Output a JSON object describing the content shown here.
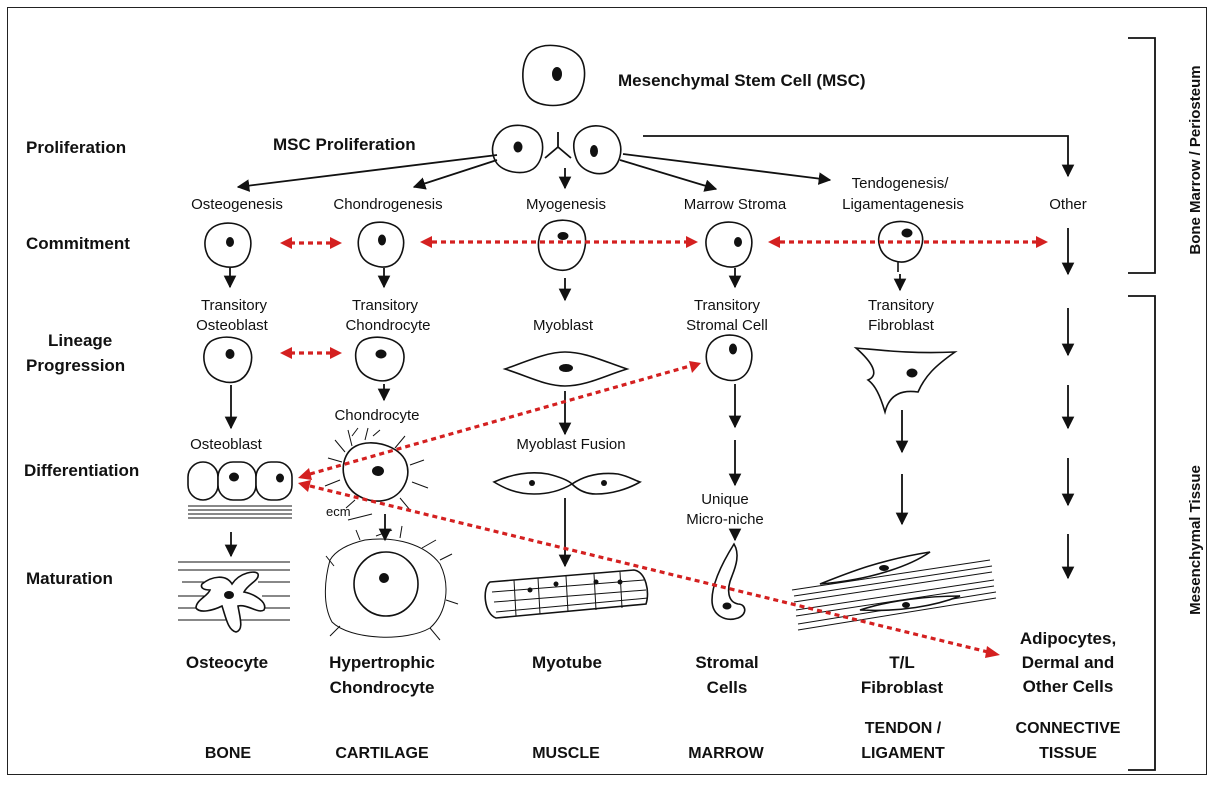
{
  "title": "Mesenchymal Stem Cell (MSC)",
  "proliferation_label": "MSC Proliferation",
  "stages": [
    "Proliferation",
    "Commitment",
    "Lineage Progression",
    "Differentiation",
    "Maturation"
  ],
  "stages_lines": {
    "proliferation": "Proliferation",
    "commitment": "Commitment",
    "lineage_1": "Lineage",
    "lineage_2": "Progression",
    "differentiation": "Differentiation",
    "maturation": "Maturation"
  },
  "lineages": {
    "osteogenesis": "Osteogenesis",
    "chondrogenesis": "Chondrogenesis",
    "myogenesis": "Myogenesis",
    "marrow_stroma": "Marrow Stroma",
    "tendo_1": "Tendogenesis/",
    "tendo_2": "Ligamentagenesis",
    "other": "Other"
  },
  "transitory": {
    "osteo_1": "Transitory",
    "osteo_2": "Osteoblast",
    "chondro_1": "Transitory",
    "chondro_2": "Chondrocyte",
    "myoblast": "Myoblast",
    "stromal_1": "Transitory",
    "stromal_2": "Stromal Cell",
    "fibro_1": "Transitory",
    "fibro_2": "Fibroblast"
  },
  "differentiation": {
    "chondrocyte": "Chondrocyte",
    "osteoblast": "Osteoblast",
    "myoblast_fusion": "Myoblast Fusion",
    "micro_1": "Unique",
    "micro_2": "Micro-niche",
    "ecm": "ecm"
  },
  "mature_cells": {
    "osteocyte": "Osteocyte",
    "hyper_1": "Hypertrophic",
    "hyper_2": "Chondrocyte",
    "myotube": "Myotube",
    "stromal_1": "Stromal",
    "stromal_2": "Cells",
    "tl_1": "T/L",
    "tl_2": "Fibroblast",
    "adipo_1": "Adipocytes,",
    "adipo_2": "Dermal and",
    "adipo_3": "Other Cells"
  },
  "tissues": {
    "bone": "BONE",
    "cartilage": "CARTILAGE",
    "muscle": "MUSCLE",
    "marrow": "MARROW",
    "tendon_1": "TENDON /",
    "tendon_2": "LIGAMENT",
    "connective_1": "CONNECTIVE",
    "connective_2": "TISSUE"
  },
  "side_labels": {
    "upper": "Bone Marrow / Periosteum",
    "lower": "Mesenchymal Tissue"
  },
  "colors": {
    "plasticity_arrows": "#d42020",
    "ink": "#111111"
  }
}
